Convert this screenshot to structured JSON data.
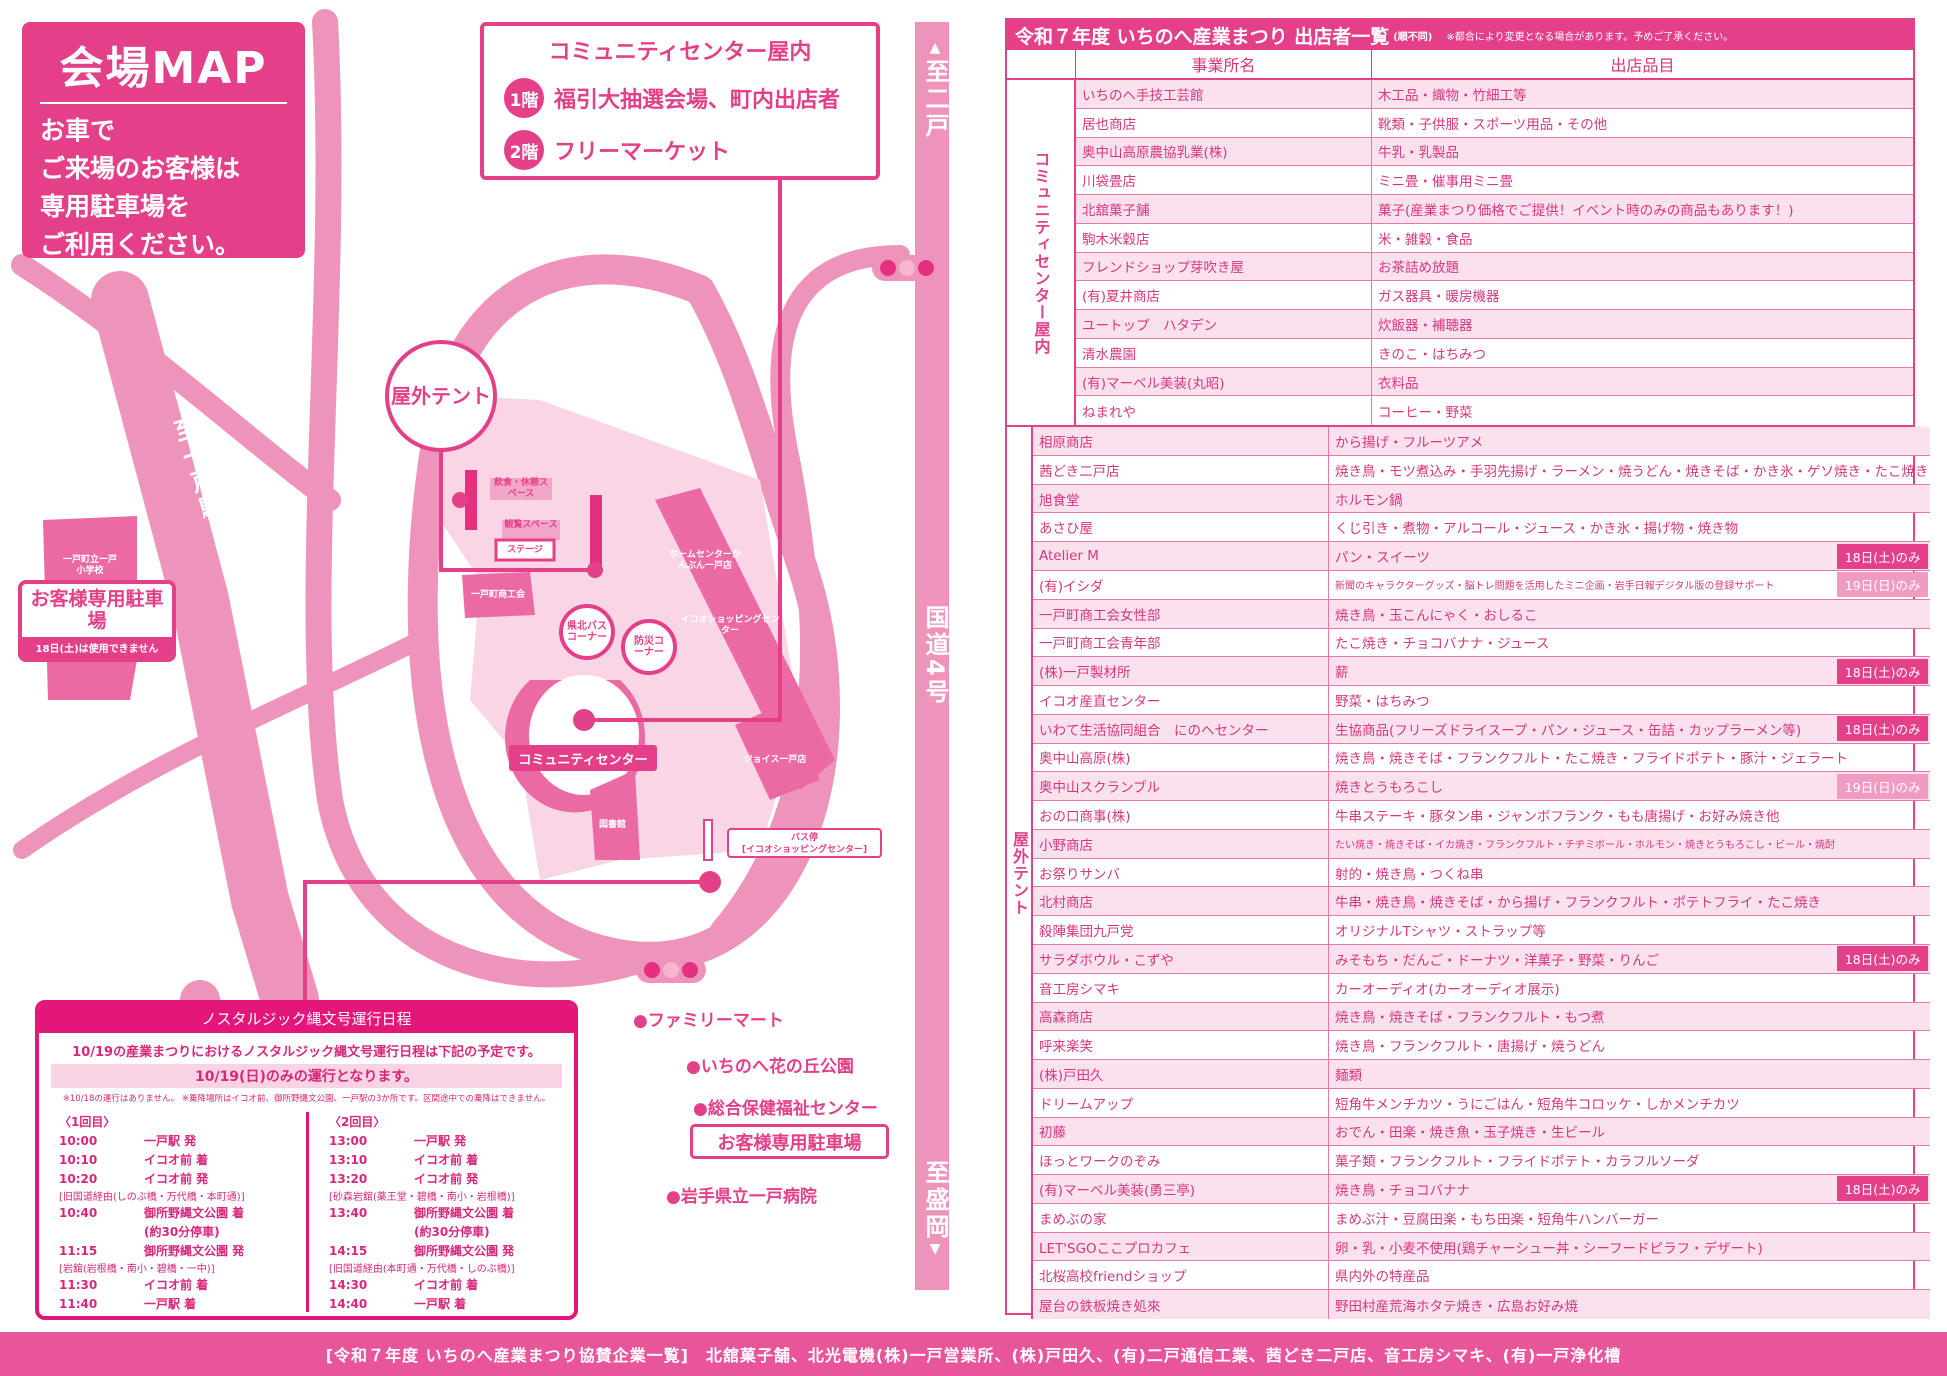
{
  "map": {
    "title": "会場MAP",
    "notice_lines": [
      "お車で",
      "ご来場のお客様は",
      "専用駐車場を",
      "ご利用ください。"
    ],
    "indoor_box": {
      "title": "コミュニティセンター屋内",
      "floors": [
        {
          "floor": "1階",
          "label": "福引大抽選会場、町内出店者"
        },
        {
          "floor": "2階",
          "label": "フリーマーケット"
        }
      ]
    },
    "road_labels": {
      "north": "至二戸",
      "route": "国道4号",
      "south": "至盛岡",
      "station": "至一戸駅"
    },
    "outdoor_tent": "屋外テント",
    "areas": {
      "eating": "飲食・休憩スペース",
      "viewing": "観覧スペース",
      "stage": "ステージ",
      "chamber": "一戸町商工会",
      "homecenter": "ホームセンターかんぶん一戸店",
      "icoo": "イコオショッピングセンター",
      "joyce": "ジョイス一戸店",
      "library": "図書館",
      "community": "コミュニティセンター",
      "school": "一戸町立一戸小学校"
    },
    "corners": {
      "bus": "県北バスコーナー",
      "disaster": "防災コーナー"
    },
    "bus_stop": {
      "label": "バス停",
      "name": "[イコオショッピングセンター]"
    },
    "parking_west": {
      "title": "お客様専用駐車場",
      "note": "18日(土)は使用できません"
    },
    "pois": [
      "●ファミリーマート",
      "●いちのへ花の丘公園",
      "●総合保健福祉センター",
      "●岩手県立一戸病院"
    ],
    "parking_south": "お客様専用駐車場",
    "colors": {
      "primary": "#e4408a",
      "road": "#ee94bb",
      "area": "#f9d5e5",
      "building": "#eb6aa3"
    }
  },
  "bus": {
    "title": "ノスタルジック縄文号運行日程",
    "intro": "10/19の産業まつりにおけるノスタルジック縄文号運行日程は下記の予定です。",
    "highlight": "10/19(日)のみの運行となります。",
    "note": "※10/18の運行はありません。 ※乗降場所はイコオ前、御所野縄文公園、一戸駅の3か所です。区間途中での乗降はできません。",
    "runs": [
      {
        "label": "〈1回目〉",
        "stops": [
          {
            "time": "10:00",
            "place": "一戸駅 発"
          },
          {
            "time": "10:10",
            "place": "イコオ前 着"
          },
          {
            "time": "10:20",
            "place": "イコオ前 発"
          },
          {
            "route": "[旧国道経由(しのぶ橋・万代橋・本町通)]"
          },
          {
            "time": "10:40",
            "place": "御所野縄文公園 着"
          },
          {
            "time": "",
            "place": "(約30分停車)"
          },
          {
            "time": "11:15",
            "place": "御所野縄文公園 発"
          },
          {
            "route": "[岩舘(岩根橋・南小・碧橋・一中)]"
          },
          {
            "time": "11:30",
            "place": "イコオ前 着"
          },
          {
            "time": "11:40",
            "place": "一戸駅 着"
          }
        ]
      },
      {
        "label": "〈2回目〉",
        "stops": [
          {
            "time": "13:00",
            "place": "一戸駅 発"
          },
          {
            "time": "13:10",
            "place": "イコオ前 着"
          },
          {
            "time": "13:20",
            "place": "イコオ前 発"
          },
          {
            "route": "[砂森岩舘(薬王堂・碧橋・南小・岩根橋)]"
          },
          {
            "time": "13:40",
            "place": "御所野縄文公園 着"
          },
          {
            "time": "",
            "place": "(約30分停車)"
          },
          {
            "time": "14:15",
            "place": "御所野縄文公園 発"
          },
          {
            "route": "[旧国道経由(本町通・万代橋・しのぶ橋)]"
          },
          {
            "time": "14:30",
            "place": "イコオ前 着"
          },
          {
            "time": "14:40",
            "place": "一戸駅 着"
          }
        ]
      }
    ]
  },
  "table": {
    "title": "令和７年度 いちのへ産業まつり 出店者一覧",
    "order_note": "(順不同)",
    "disclaimer": "※都合により変更となる場合があります。予めご了承ください。",
    "headers": [
      "事業所名",
      "出店品目"
    ],
    "groups": [
      {
        "label": "コミュニティセンター屋内",
        "rows": [
          {
            "name": "いちのへ手技工芸館",
            "items": "木工品・織物・竹細工等"
          },
          {
            "name": "居也商店",
            "items": "靴類・子供服・スポーツ用品・その他"
          },
          {
            "name": "奥中山高原農協乳業(株)",
            "items": "牛乳・乳製品"
          },
          {
            "name": "川袋畳店",
            "items": "ミニ畳・催事用ミニ畳"
          },
          {
            "name": "北舘菓子舗",
            "items": "菓子(産業まつり価格でご提供！イベント時のみの商品もあります！)"
          },
          {
            "name": "駒木米穀店",
            "items": "米・雑穀・食品"
          },
          {
            "name": "フレンドショップ芽吹き屋",
            "items": "お茶詰め放題"
          },
          {
            "name": "(有)夏井商店",
            "items": "ガス器具・暖房機器"
          },
          {
            "name": "ユートップ　ハタデン",
            "items": "炊飯器・補聴器"
          },
          {
            "name": "清水農園",
            "items": "きのこ・はちみつ"
          },
          {
            "name": "(有)マーベル美装(丸昭)",
            "items": "衣料品"
          },
          {
            "name": "ねまれや",
            "items": "コーヒー・野菜"
          }
        ]
      },
      {
        "label": "屋外テント",
        "rows": [
          {
            "name": "相原商店",
            "items": "から揚げ・フルーツアメ"
          },
          {
            "name": "茜どき二戸店",
            "items": "焼き鳥・モツ煮込み・手羽先揚げ・ラーメン・焼うどん・焼きそば・かき氷・ゲソ焼き・たこ焼き"
          },
          {
            "name": "旭食堂",
            "items": "ホルモン鍋"
          },
          {
            "name": "あさひ屋",
            "items": "くじ引き・煮物・アルコール・ジュース・かき氷・揚げ物・焼き物"
          },
          {
            "name": "Atelier M",
            "items": "パン・スイーツ",
            "badge": "18日(土)のみ",
            "day": "sat"
          },
          {
            "name": "(有)イシダ",
            "items": "新聞のキャラクターグッズ・脳トレ問題を活用したミニ企画・岩手日報デジタル版の登録サポート",
            "badge": "19日(日)のみ",
            "day": "sun",
            "small": true
          },
          {
            "name": "一戸町商工会女性部",
            "items": "焼き鳥・玉こんにゃく・おしるこ"
          },
          {
            "name": "一戸町商工会青年部",
            "items": "たこ焼き・チョコバナナ・ジュース"
          },
          {
            "name": "(株)一戸製材所",
            "items": "薪",
            "badge": "18日(土)のみ",
            "day": "sat"
          },
          {
            "name": "イコオ産直センター",
            "items": "野菜・はちみつ"
          },
          {
            "name": "いわて生活協同組合　にのへセンター",
            "items": "生協商品(フリーズドライスープ・パン・ジュース・缶詰・カップラーメン等)",
            "badge": "18日(土)のみ",
            "day": "sat"
          },
          {
            "name": "奥中山高原(株)",
            "items": "焼き鳥・焼きそば・フランクフルト・たこ焼き・フライドポテト・豚汁・ジェラート"
          },
          {
            "name": "奥中山スクランブル",
            "items": "焼きとうもろこし",
            "badge": "19日(日)のみ",
            "day": "sun"
          },
          {
            "name": "おの口商事(株)",
            "items": "牛串ステーキ・豚タン串・ジャンボフランク・もも唐揚げ・お好み焼き他"
          },
          {
            "name": "小野商店",
            "items": "たい焼き・焼きそば・イカ焼き・フランクフルト・チヂミボール・ホルモン・焼きとうもろこし・ビール・焼酎",
            "small": true
          },
          {
            "name": "お祭りサンバ",
            "items": "射的・焼き鳥・つくね串"
          },
          {
            "name": "北村商店",
            "items": "牛串・焼き鳥・焼きそば・から揚げ・フランクフルト・ポテトフライ・たこ焼き"
          },
          {
            "name": "殺陣集団九戸党",
            "items": "オリジナルTシャツ・ストラップ等"
          },
          {
            "name": "サラダボウル・こずや",
            "items": "みそもち・だんご・ドーナツ・洋菓子・野菜・りんご",
            "badge": "18日(土)のみ",
            "day": "sat"
          },
          {
            "name": "音工房シマキ",
            "items": "カーオーディオ(カーオーディオ展示)"
          },
          {
            "name": "高森商店",
            "items": "焼き鳥・焼きそば・フランクフルト・もつ煮"
          },
          {
            "name": "呼来楽笑",
            "items": "焼き鳥・フランクフルト・唐揚げ・焼うどん"
          },
          {
            "name": "(株)戸田久",
            "items": "麺類"
          },
          {
            "name": "ドリームアップ",
            "items": "短角牛メンチカツ・うにごはん・短角牛コロッケ・しかメンチカツ"
          },
          {
            "name": "初藤",
            "items": "おでん・田楽・焼き魚・玉子焼き・生ビール"
          },
          {
            "name": "ほっとワークのぞみ",
            "items": "菓子類・フランクフルト・フライドポテト・カラフルソーダ"
          },
          {
            "name": "(有)マーベル美装(勇三亭)",
            "items": "焼き鳥・チョコバナナ",
            "badge": "18日(土)のみ",
            "day": "sat"
          },
          {
            "name": "まめぶの家",
            "items": "まめぶ汁・豆腐田楽・もち田楽・短角牛ハンバーガー"
          },
          {
            "name": "LET'SGOここプロカフェ",
            "items": "卵・乳・小麦不使用(鶏チャーシュー丼・シーフードピラフ・デザート)"
          },
          {
            "name": "北桜高校friendショップ",
            "items": "県内外の特産品"
          },
          {
            "name": "屋台の鉄板焼き処來",
            "items": "野田村産荒海ホタテ焼き・広島お好み焼"
          }
        ]
      }
    ]
  },
  "footer": "[令和７年度 いちのへ産業まつり協賛企業一覧]　北舘菓子舗、北光電機(株)一戸営業所、(株)戸田久、(有)二戸通信工業、茜どき二戸店、音工房シマキ、(有)一戸浄化槽"
}
